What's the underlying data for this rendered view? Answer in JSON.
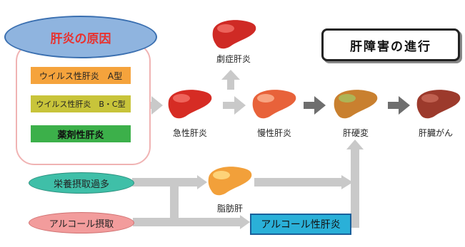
{
  "causes": {
    "title": "肝炎の原因",
    "items": [
      {
        "label": "ウイルス性肝炎　A型",
        "color": "#f5a33c"
      },
      {
        "label": "ウイルス性肝炎　B・C型",
        "color": "#c8c43a"
      },
      {
        "label": "薬剤性肝炎",
        "color": "#3cb04a"
      }
    ]
  },
  "progression": {
    "title": "肝障害の進行",
    "stages": [
      {
        "label": "急性肝炎"
      },
      {
        "label": "劇症肝炎"
      },
      {
        "label": "慢性肝炎"
      },
      {
        "label": "肝硬変"
      },
      {
        "label": "肝臓がん"
      }
    ]
  },
  "lifestyle": {
    "items": [
      {
        "label": "栄養摂取過多",
        "color": "#3fbfa8"
      },
      {
        "label": "アルコール摂取",
        "color": "#f29c9c"
      }
    ],
    "fatty_liver": "脂肪肝",
    "alcoholic_hepatitis": "アルコール性肝炎",
    "alcoholic_color": "#2ab0d8"
  }
}
